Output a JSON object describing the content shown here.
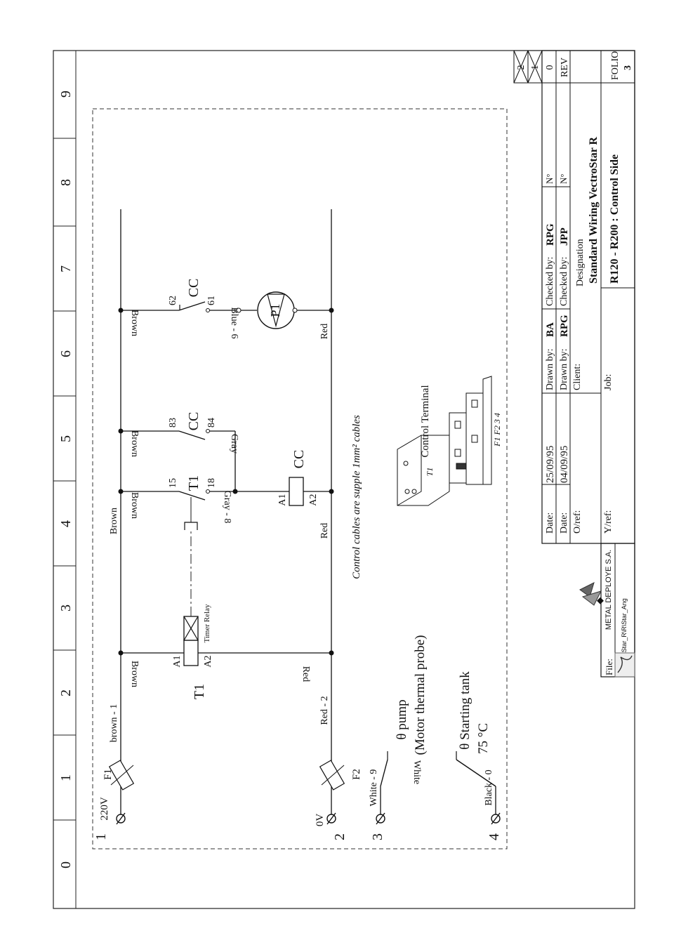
{
  "columns": [
    "0",
    "1",
    "2",
    "3",
    "4",
    "5",
    "6",
    "7",
    "8",
    "9"
  ],
  "terminals": [
    {
      "num": "1",
      "label": "220V"
    },
    {
      "num": "2",
      "label": "0V"
    },
    {
      "num": "3",
      "label": ""
    },
    {
      "num": "4",
      "label": ""
    }
  ],
  "fuses": {
    "f1": "F1",
    "f2": "F2"
  },
  "wires": {
    "brown1": "brown - 1",
    "red2": "Red - 2",
    "white9": "White - 9",
    "black0": "Black - 0",
    "brown": "Brown",
    "red": "Red",
    "gray8": "Gray - 8",
    "gray": "Gray",
    "blue6": "Blue - 6",
    "white": "White"
  },
  "components": {
    "t1": "T1",
    "a1": "A1",
    "a2": "A2",
    "timer_relay": "Timer Relay",
    "c15": "15",
    "c18": "18",
    "c83": "83",
    "c84": "84",
    "c62": "62",
    "c61": "61",
    "cc": "CC",
    "p1": "P1"
  },
  "probes": {
    "pump_line1": "θ  pump",
    "pump_line2": "(Motor thermal probe)",
    "tank_line1": "θ  Starting tank",
    "tank_line2": "75 °C"
  },
  "notes": {
    "cables": "Control cables are supple 1mm² cables",
    "control_terminal": "Control Terminal",
    "ct_t1": "T1",
    "ct_labels": "F1  F2  3  4"
  },
  "title_block": {
    "date_label": "Date:",
    "date1": "25/09/95",
    "date2": "04/09/95",
    "drawn_label": "Drawn by:",
    "drawn1": "BA",
    "drawn2": "RPG",
    "checked_label": "Checked by:",
    "checked1": "RPG",
    "checked2": "JPP",
    "n_label": "N°",
    "oref": "O/ref:",
    "client": "Client:",
    "designation_label": "Designation",
    "designation_title": "Standard Wiring VectroStar R",
    "designation_sub": "R120 - R200 : Control Side",
    "yref": "Y/ref:",
    "job": "Job:",
    "company": "METAL DEPLOYE S.A.",
    "file_label": "File:",
    "file_path": "Doc\\Star_R\\R\\Star_Ang",
    "rev_label": "REV",
    "rev_0": "0",
    "rev_1": "1",
    "rev_2": "2",
    "folio_label": "FOLIO",
    "folio_num": "3"
  }
}
